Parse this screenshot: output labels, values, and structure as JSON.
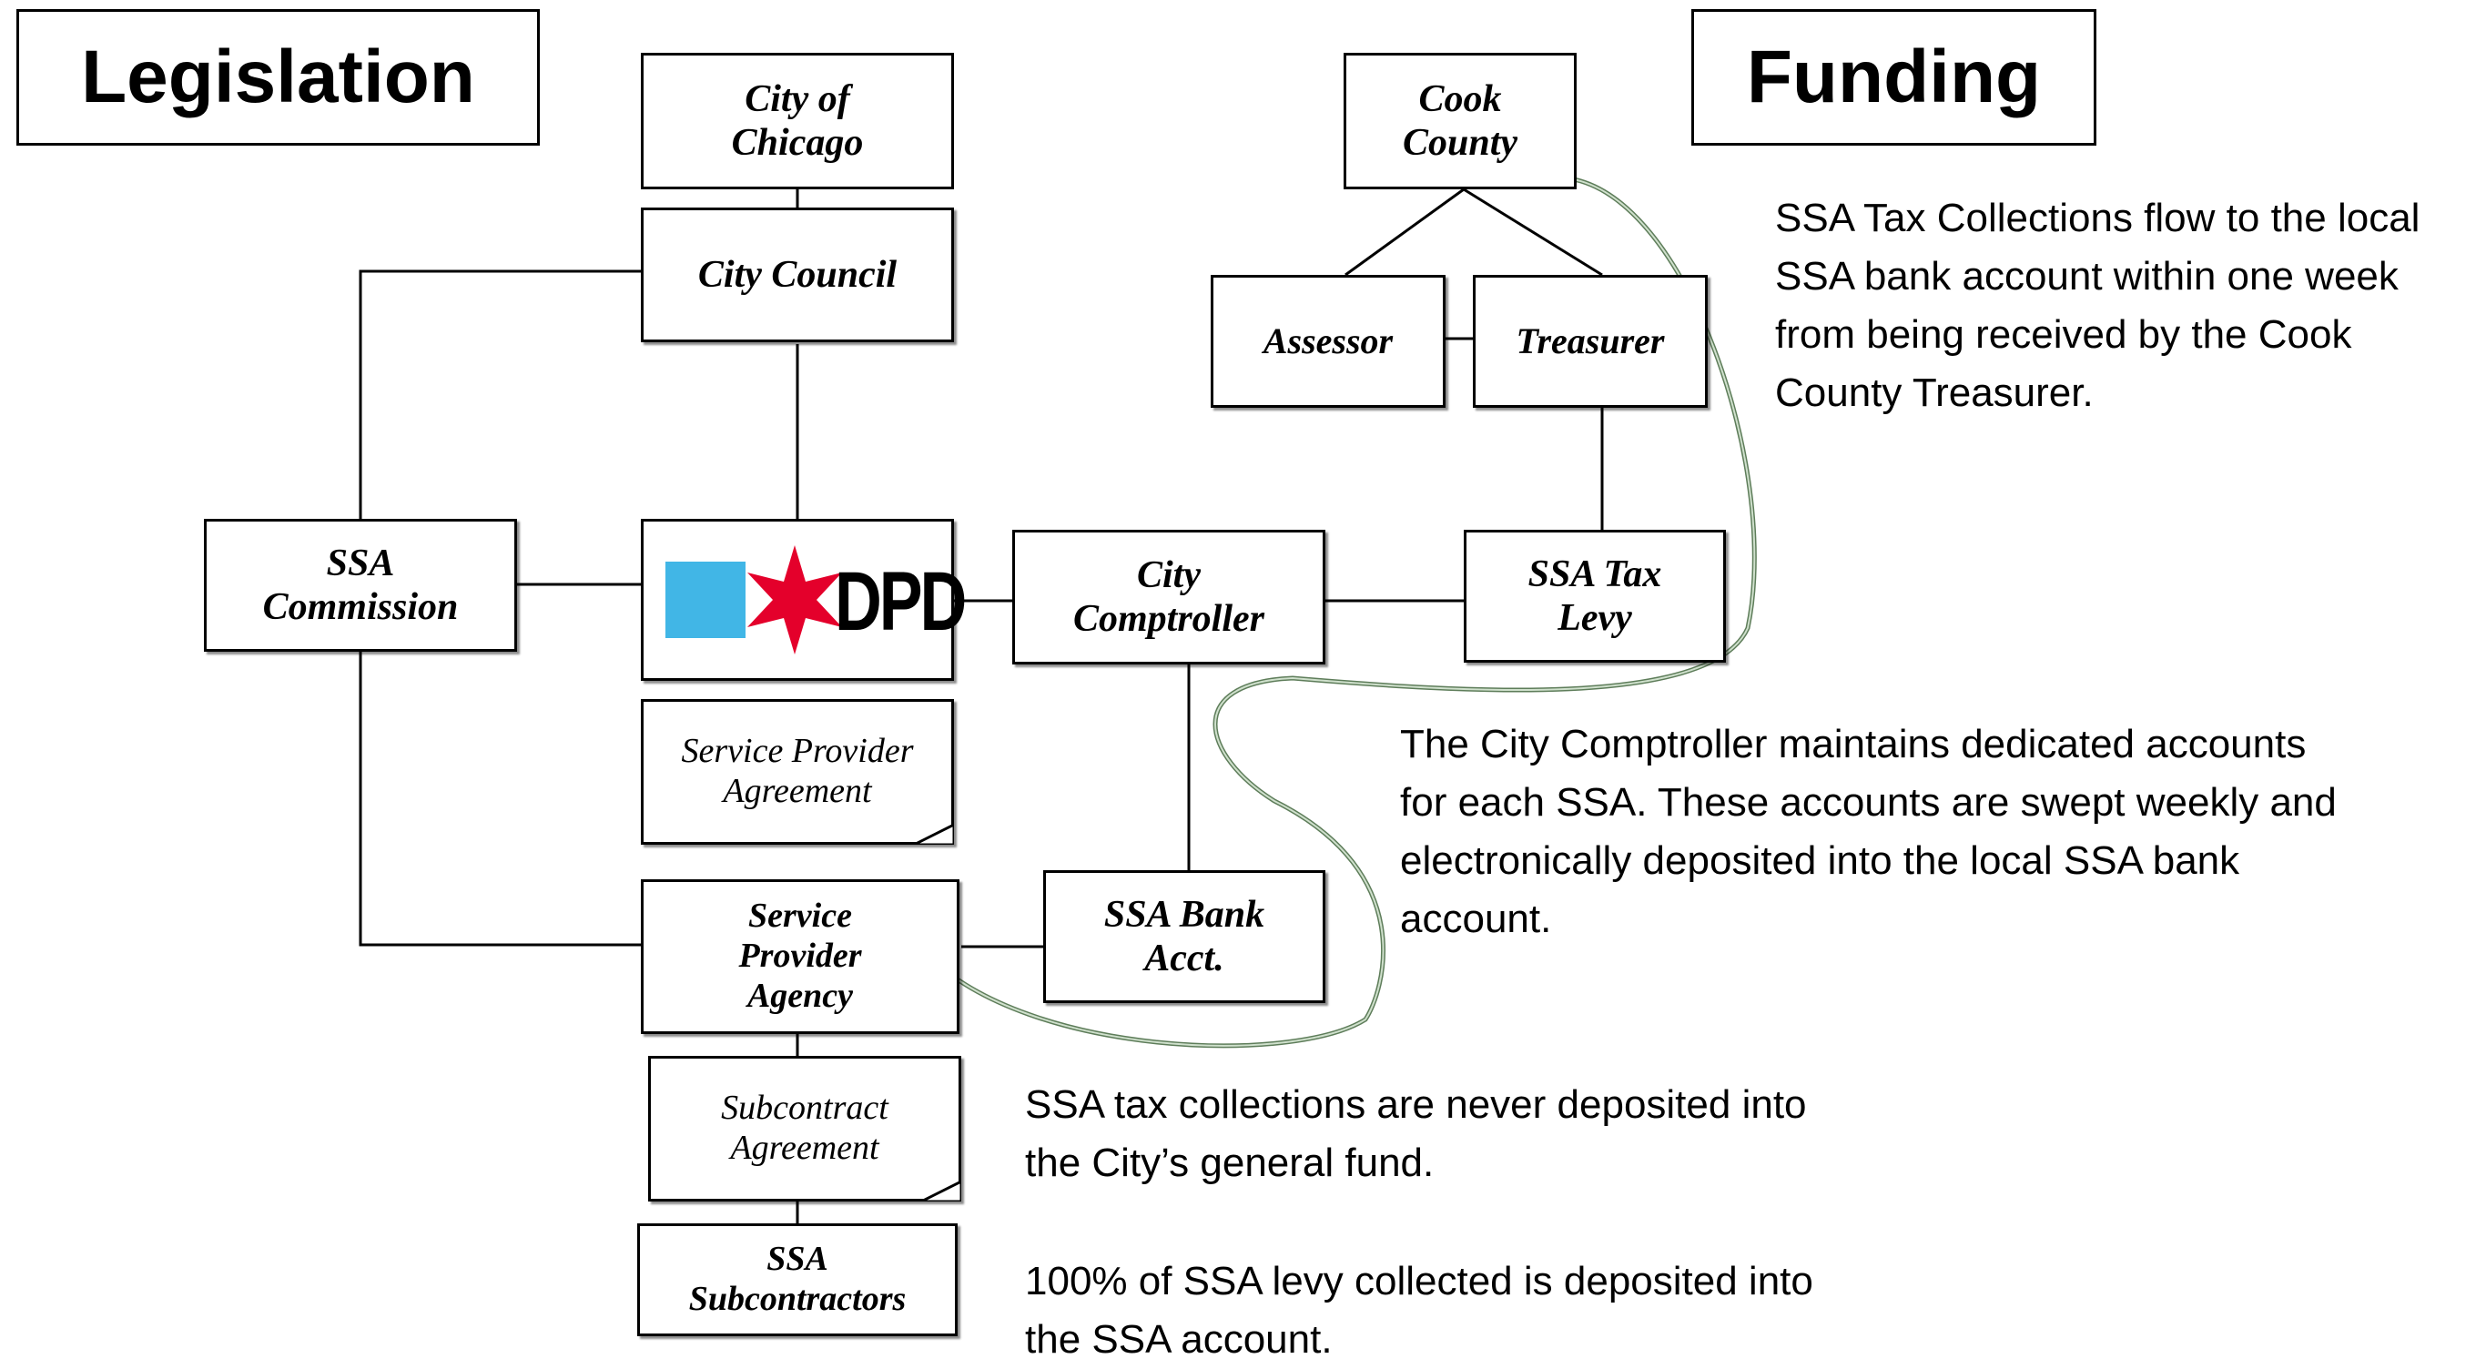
{
  "headers": {
    "legislation": "Legislation",
    "funding": "Funding"
  },
  "nodes": {
    "city_of_chicago": "City of\nChicago",
    "city_council": "City Council",
    "ssa_commission": "SSA\nCommission",
    "dpd": "DPD",
    "service_provider_agreement": "Service Provider\nAgreement",
    "service_provider_agency": "Service\nProvider\nAgency",
    "subcontract_agreement": "Subcontract\nAgreement",
    "ssa_subcontractors": "SSA\nSubcontractors",
    "city_comptroller": "City\nComptroller",
    "ssa_bank_acct": "SSA Bank\nAcct.",
    "cook_county": "Cook\nCounty",
    "assessor": "Assessor",
    "treasurer": "Treasurer",
    "ssa_tax_levy": "SSA Tax\nLevy"
  },
  "notes": {
    "tax_flow": "SSA Tax Collections flow to the local\nSSA bank account within one week\nfrom being received by the Cook\nCounty Treasurer.",
    "comptroller": "The City Comptroller maintains dedicated accounts\nfor each SSA. These accounts are swept weekly and\nelectronically deposited into the local SSA bank\naccount.",
    "general_fund": "SSA tax collections are never deposited into\nthe City’s general fund.",
    "levy_deposit": "100% of SSA levy collected is deposited into\nthe SSA account."
  },
  "colors": {
    "dpd_blue": "#41B6E6",
    "dpd_star": "#E4002B",
    "flow_curve": "#5e7d5a",
    "line": "#000000"
  }
}
